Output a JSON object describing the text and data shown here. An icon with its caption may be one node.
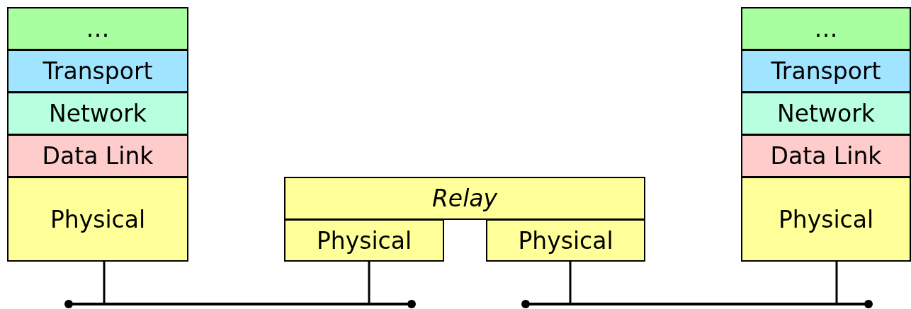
{
  "diagram": {
    "nodes": [
      {
        "text": [
          "…"
        ]
      },
      {
        "text": [
          "Transport"
        ]
      },
      {
        "text": [
          "Network"
        ]
      },
      {
        "text": [
          "Data Link"
        ]
      },
      {
        "text": [
          "Physical"
        ]
      },
      {
        "text": [
          "Relay"
        ]
      },
      {
        "text": [
          "Physical"
        ]
      },
      {
        "text": [
          "Physical"
        ]
      },
      {
        "text": [
          "…"
        ]
      },
      {
        "text": [
          "Transport"
        ]
      },
      {
        "text": [
          "Network"
        ]
      },
      {
        "text": [
          "Data Link"
        ]
      },
      {
        "text": [
          "Physical"
        ]
      },
      {
        "text": [],
        "shape": "bar"
      },
      {
        "text": [],
        "shape": "bar"
      }
    ],
    "edges": [
      {
        "from": 4,
        "to": 13,
        "arrow": "none"
      },
      {
        "from": 6,
        "to": 13,
        "arrow": "none"
      },
      {
        "from": 7,
        "to": 14,
        "arrow": "none"
      },
      {
        "from": 12,
        "to": 14,
        "arrow": "none"
      }
    ]
  }
}
